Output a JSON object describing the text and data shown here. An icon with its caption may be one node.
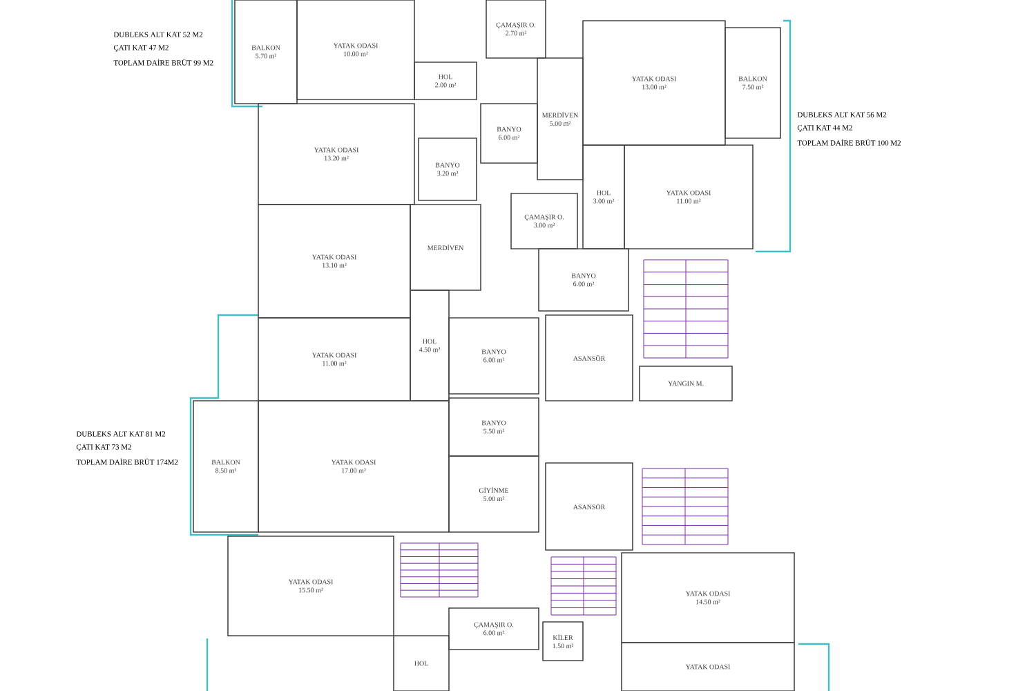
{
  "diagram": {
    "nodes": [
      {
        "text": [
          "BALKON",
          "5.70 m²"
        ]
      },
      {
        "text": [
          "YATAK ODASI",
          "10.00 m²"
        ]
      },
      {
        "text": [
          "ÇAMAŞIR O.",
          "2.70 m²"
        ]
      },
      {
        "text": [
          "HOL",
          "2.00 m²"
        ]
      },
      {
        "text": [
          "YATAK ODASI",
          "13.20 m²"
        ]
      },
      {
        "text": [
          "BANYO",
          "6.00 m²"
        ]
      },
      {
        "text": [
          "BANYO",
          "3.20 m²"
        ]
      },
      {
        "text": [
          "MERDİVEN",
          "5.00 m²"
        ]
      },
      {
        "text": [
          "YATAK ODASI",
          "13.00 m²"
        ]
      },
      {
        "text": [
          "BALKON",
          "7.50 m²"
        ]
      },
      {
        "text": [
          "HOL",
          "3.00 m²"
        ]
      },
      {
        "text": [
          "YATAK ODASI",
          "11.00 m²"
        ]
      },
      {
        "text": [
          "ÇAMAŞIR O.",
          "3.00 m²"
        ]
      },
      {
        "text": [
          "MERDİVEN"
        ]
      },
      {
        "text": [
          "YATAK ODASI",
          "13.10 m²"
        ]
      },
      {
        "text": [
          "BANYO",
          "6.00 m²"
        ]
      },
      {
        "text": [
          "HOL",
          "4.50 m²"
        ]
      },
      {
        "text": [
          "BANYO",
          "6.00 m²"
        ]
      },
      {
        "text": [
          "YATAK ODASI",
          "11.00 m²"
        ]
      },
      {
        "text": [
          "ASANSÖR"
        ]
      },
      {
        "text": [
          "YANGIN M."
        ]
      },
      {
        "text": [
          "BALKON",
          "8.50 m²"
        ]
      },
      {
        "text": [
          "YATAK ODASI",
          "17.00 m²"
        ]
      },
      {
        "text": [
          "BANYO",
          "5.50 m²"
        ]
      },
      {
        "text": [
          "GİYİNME",
          "5.00 m²"
        ]
      },
      {
        "text": [
          "ASANSÖR"
        ]
      },
      {
        "text": [
          "YATAK ODASI",
          "15.50 m²"
        ]
      },
      {
        "text": [
          "ÇAMAŞIR O.",
          "6.00 m²"
        ]
      },
      {
        "text": [
          "KİLER",
          "1.50 m²"
        ]
      },
      {
        "text": [
          "YATAK ODASI",
          "14.50 m²"
        ]
      },
      {
        "text": [
          "HOL"
        ]
      },
      {
        "text": [
          "YATAK ODASI"
        ]
      }
    ],
    "labels": [
      "DUBLEKS ALT KAT 52 M2",
      "ÇATI KAT 47 M2",
      "TOPLAM DAİRE BRÜT 99 M2",
      "DUBLEKS ALT KAT 56 M2",
      "ÇATI KAT 44 M2",
      "TOPLAM DAİRE BRÜT 100 M2",
      "DUBLEKS ALT KAT 81 M2",
      "ÇATI KAT 73 M2",
      "TOPLAM DAİRE BRÜT 174M2"
    ]
  }
}
